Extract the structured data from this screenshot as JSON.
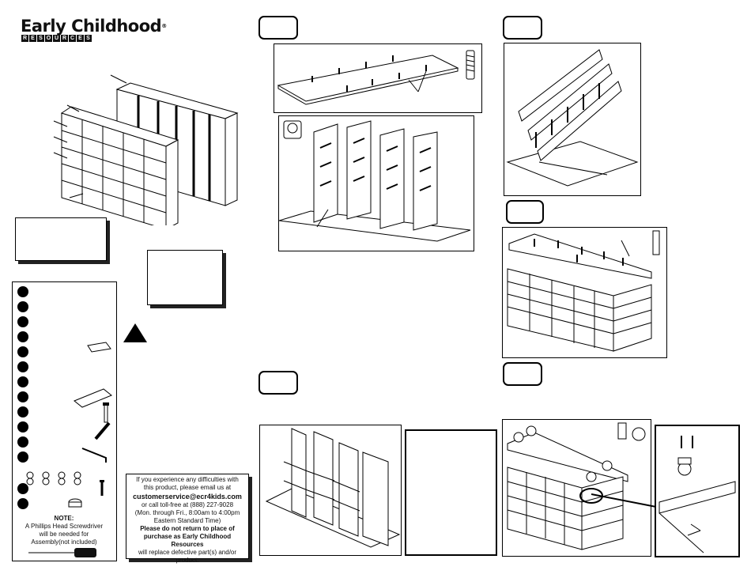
{
  "logo": {
    "name": "Early Childhood",
    "trademark": "®",
    "sub_letters": [
      "R",
      "E",
      "S",
      "O",
      "U",
      "R",
      "C",
      "E",
      "S"
    ]
  },
  "contact": {
    "line1": "If you experience any difficulties with",
    "line2": "this product, please email us at",
    "email": "customerservice@ecr4kids.com",
    "line3": "or call toll-free at (888) 227-9028",
    "line4": "(Mon. through Fri., 8:00am to 4:00pm",
    "line5": "Eastern Standard Time)",
    "bold1": "Please do not return to place of",
    "bold2": "purchase as Early Childhood Resources",
    "line6": "will replace defective part(s) and/or",
    "line7": "product."
  },
  "note": {
    "title": "NOTE:",
    "line1": "A Phillips Head Screwdriver",
    "line2": "will be needed for",
    "line3": "Assembly(not included)"
  }
}
